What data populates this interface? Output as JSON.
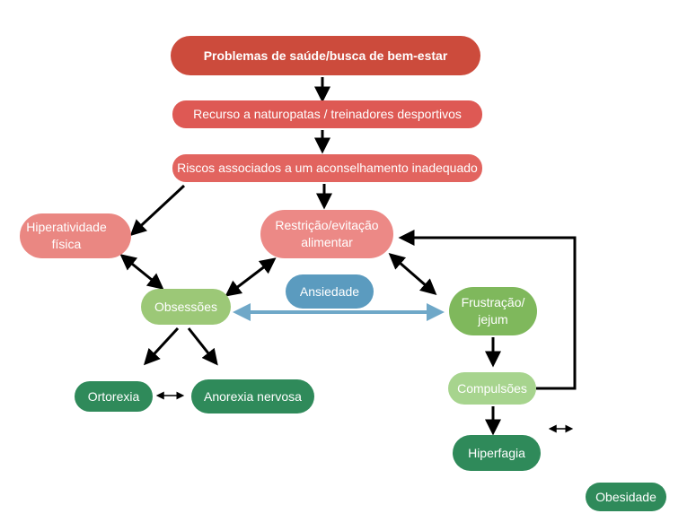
{
  "colors": {
    "arrow": "#000000",
    "arrow_blue": "#6fa8c8"
  },
  "nodes": {
    "problemas": "Problemas de saúde/busca de bem-estar",
    "recurso": "Recurso a naturopatas / treinadores desportivos",
    "riscos": "Riscos associados a um aconselhamento inadequado",
    "hiperatividade_line1": "Hiperatividade",
    "hiperatividade_line2": "física",
    "restricao_line1": "Restrição/evitação",
    "restricao_line2": "alimentar",
    "obsessoes": "Obsessões",
    "ansiedade": "Ansiedade",
    "frustracao_line1": "Frustração/",
    "frustracao_line2": "jejum",
    "ortorexia": "Ortorexia",
    "anorexia": "Anorexia nervosa",
    "compulsoes": "Compulsões",
    "hiperfagia": "Hiperfagia",
    "obesidade": "Obesidade"
  }
}
